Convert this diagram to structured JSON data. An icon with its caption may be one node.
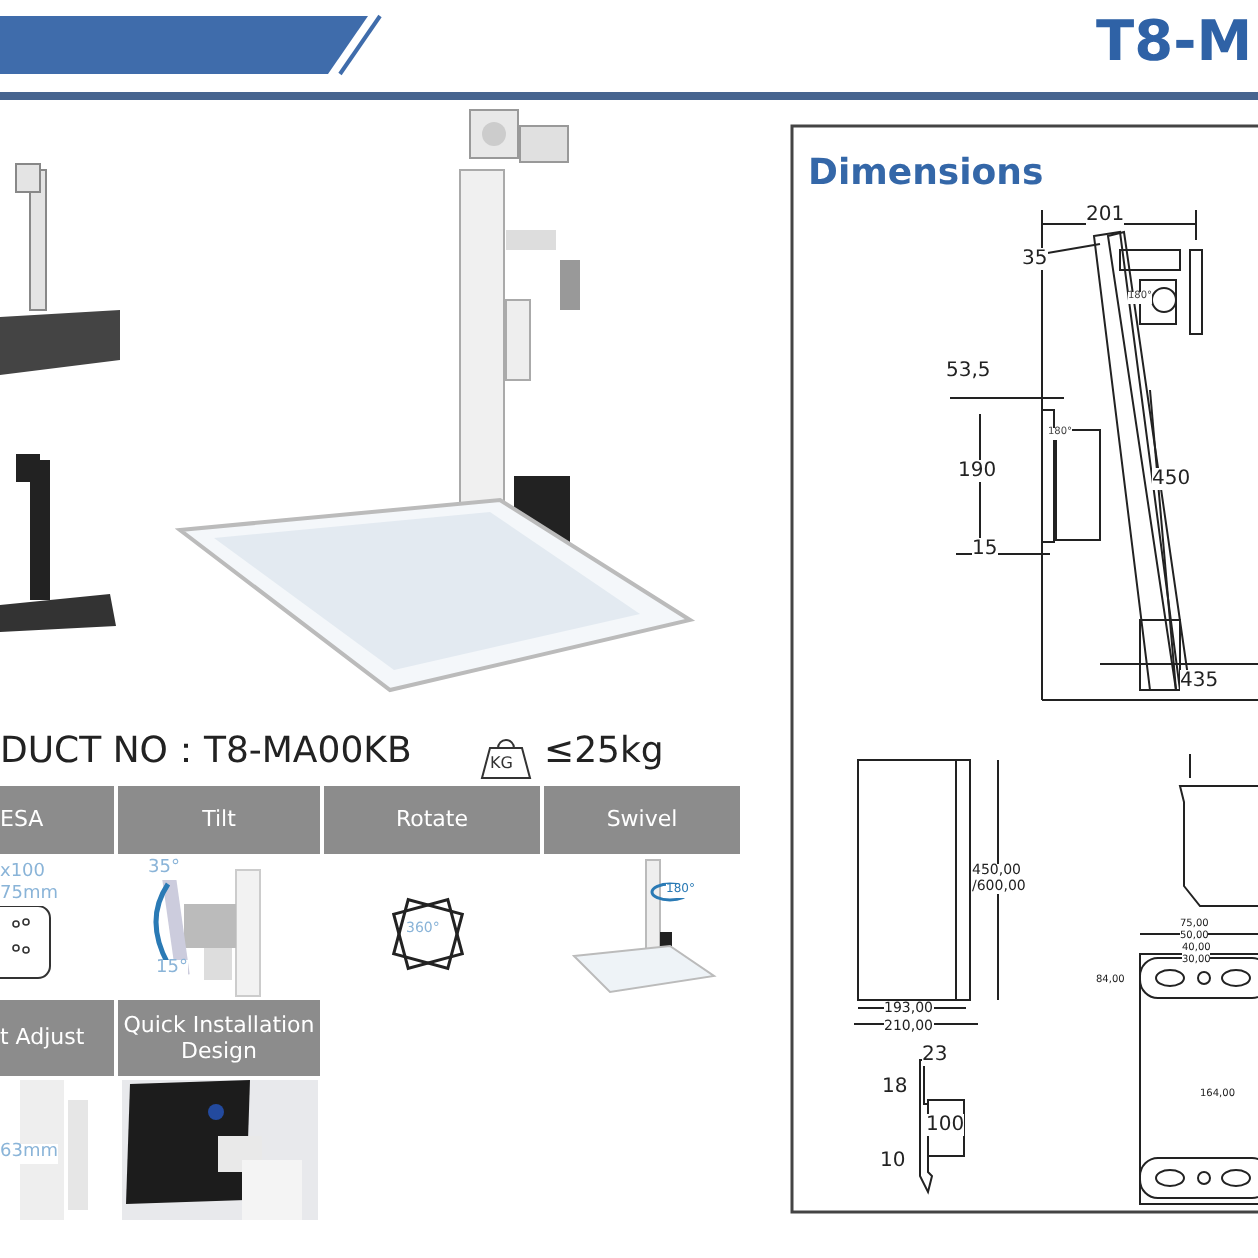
{
  "diagram": {
    "title": "T8-M",
    "labels": [
      "DUCT NO：T8-MA00KB",
      "KG",
      "≤25kg",
      "ESA",
      "Tilt",
      "Rotate",
      "Swivel",
      "x100",
      "75mm",
      "35°",
      "15°",
      "360°",
      "180°",
      "t Adjust",
      "Quick Installation Design",
      "63mm",
      "Dimensions",
      "201",
      "35",
      "180°",
      "53,5",
      "190",
      "180°",
      "450",
      "15",
      "435",
      "450,00 /600,00",
      "193,00",
      "210,00",
      "23",
      "18",
      "100",
      "10",
      "75,00",
      "50,00",
      "40,00",
      "30,00",
      "84,00",
      "164,00"
    ]
  }
}
